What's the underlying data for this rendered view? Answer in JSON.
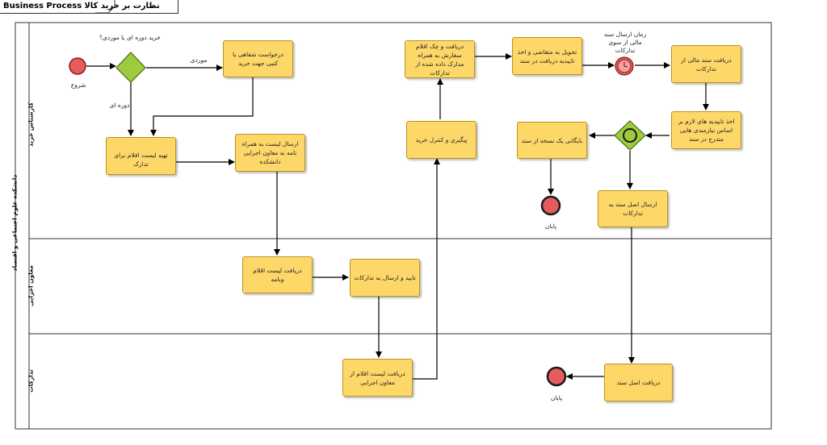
{
  "header": {
    "diagram_kind": "Business Process",
    "diagram_title": "نظارت بر خرید کالا"
  },
  "pool": {
    "label": "دانشکده علوم اجتماعی و اقتصاد"
  },
  "lanes": [
    {
      "label": "کارشناس خرید"
    },
    {
      "label": "معاون اجرایی"
    },
    {
      "label": "تدارکات"
    }
  ],
  "events": {
    "start": "شروع",
    "end1": "پایان",
    "end2": "پایان",
    "timer": "زمان ارسال سند مالی از سوی تدارکات"
  },
  "gateway": {
    "question": "خرید دوره ای یا موردی؟"
  },
  "flows": {
    "periodic": "دوره ای",
    "adhoc": "موردی"
  },
  "tasks": {
    "t1": "درخواست شفاهی یا کتبی جهت خرید",
    "t2": "تهیه لیست اقلام برای تدارک",
    "t3": "ارسال لیست به همراه نامه به معاون اجرایی دانشکده",
    "t4": "دریافت لیست اقلام ونامه",
    "t5": "تایید و ارسال به تدارکات",
    "t6": "دریافت لیست اقلام از معاون اجرایی",
    "t7": "پیگیری و کنترل خرید",
    "t8": "دریافت و چک اقلام سفارش به همراه مدارک داده شده از تدارکات",
    "t9": "تحویل به متقاضی و اخذ تاییدیه دریافت در سند",
    "t10": "دریافت سند مالی از تدارکات",
    "t11": "اخذ تاییدیه های لازم بر اساس نیازمندی هایی مندرج در سند",
    "t12": "بایگانی یک نسخه از سند",
    "t13": "ارسال اصل سند به تدارکات",
    "t14": "دریافت اصل سند"
  }
}
